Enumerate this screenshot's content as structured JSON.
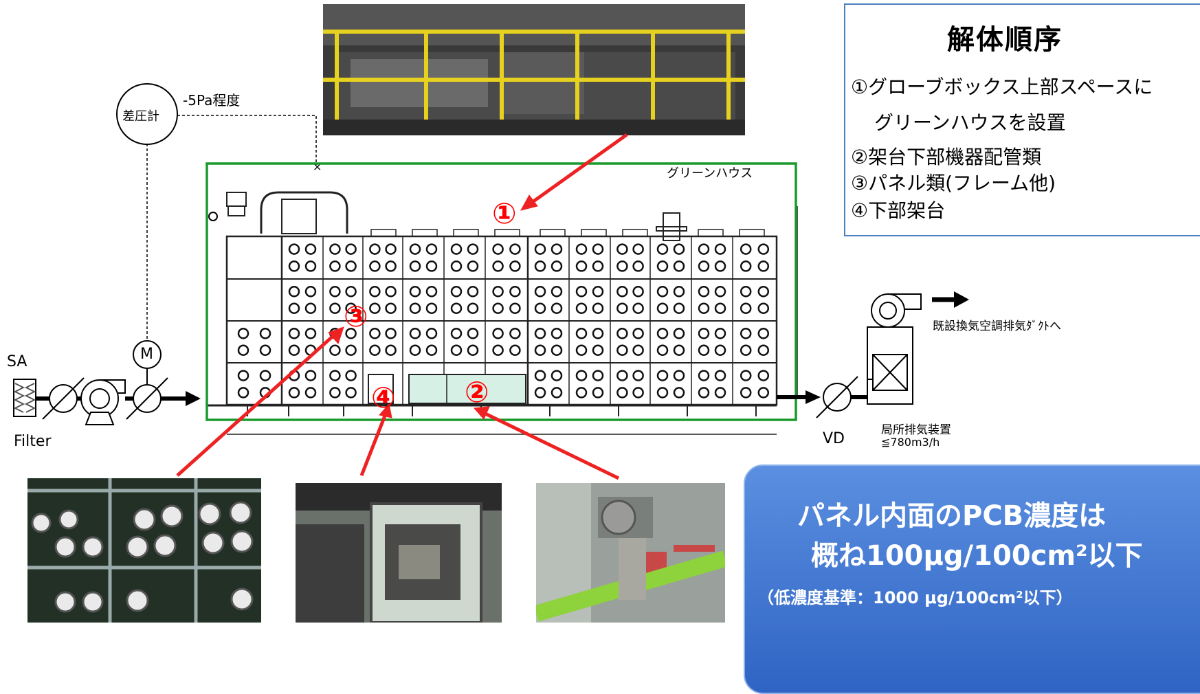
{
  "order": {
    "title": "解体順序",
    "steps": [
      "①グローブボックス上部スペースに",
      "グリーンハウスを設置",
      "②架台下部機器配管類",
      "③パネル類(フレーム他)",
      "④下部架台"
    ]
  },
  "diagram": {
    "pressure_value": "-5Pa程度",
    "gauge_label": "差圧計",
    "motor_label": "M",
    "sa_label": "SA",
    "filter_label": "Filter",
    "greenhouse_label": "グリーンハウス",
    "vd_label": "VD",
    "exhaust_label": "既設換気空調排気ﾀﾞｸﾄへ",
    "local_exhaust_label": "局所排気装置",
    "local_exhaust_rate": "≦780m3/h",
    "markers": [
      "①",
      "②",
      "③",
      "④"
    ]
  },
  "notice": {
    "line1": "パネル内面のPCB濃度は",
    "line2": "概ね100μg/100cm²以下",
    "line3": "（低濃度基準：1000 μg/100cm²以下）"
  },
  "colors": {
    "greenhouse": "#1a9a2c",
    "arrow": "#ee2222",
    "marker": "#ff0000",
    "box_border": "#4a7fc0",
    "notice_bg": "#3c70cf"
  }
}
